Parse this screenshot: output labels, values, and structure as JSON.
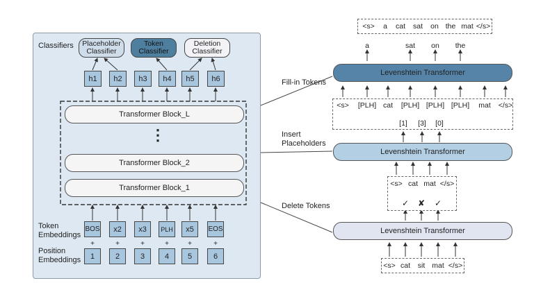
{
  "left": {
    "classifiers_label": "Classifiers",
    "classifiers": [
      {
        "line1": "Placeholder",
        "line2": "Classifier",
        "fill": "#cfdcea"
      },
      {
        "line1": "Token",
        "line2": "Classifier",
        "fill": "#4f7f9e"
      },
      {
        "line1": "Deletion",
        "line2": "Classifier",
        "fill": "#f3f3f7"
      }
    ],
    "hidden": [
      "h1",
      "h2",
      "h3",
      "h4",
      "h5",
      "h6"
    ],
    "blocks": [
      "Transformer Block_L",
      "Transformer Block_2",
      "Transformer Block_1"
    ],
    "ellipsis": "⋮",
    "token_emb_line1": "Token",
    "token_emb_line2": "Embeddings",
    "tokens": [
      "BOS",
      "x2",
      "x3",
      "PLH",
      "x5",
      "EOS"
    ],
    "plus": "+",
    "pos_emb_line1": "Position",
    "pos_emb_line2": "Embeddings",
    "positions": [
      "1",
      "2",
      "3",
      "4",
      "5",
      "6"
    ]
  },
  "right": {
    "output_tokens": [
      "<s>",
      "a",
      "cat",
      "sat",
      "on",
      "the",
      "mat",
      "</s>"
    ],
    "fill_words": [
      "a",
      "sat",
      "on",
      "the"
    ],
    "fill_label": "Fill-in Tokens",
    "lev_label": "Levenshtein Transformer",
    "plh_tokens": [
      "<s>",
      "[PLH]",
      "cat",
      "[PLH]",
      "[PLH]",
      "[PLH]",
      "mat",
      "</s>"
    ],
    "counts": [
      "[1]",
      "[3]",
      "[0]"
    ],
    "insert_line1": "Insert",
    "insert_line2": "Placeholders",
    "mid_tokens": [
      "<s>",
      "cat",
      "mat",
      "</s>"
    ],
    "marks": [
      "✓",
      "✘",
      "✓"
    ],
    "delete_label": "Delete Tokens",
    "input_tokens": [
      "<s>",
      "cat",
      "sit",
      "mat",
      "</s>"
    ],
    "colors": {
      "lev_top": "#5684a8",
      "lev_mid": "#b3cfe3",
      "lev_bot": "#e1e5f1"
    }
  }
}
